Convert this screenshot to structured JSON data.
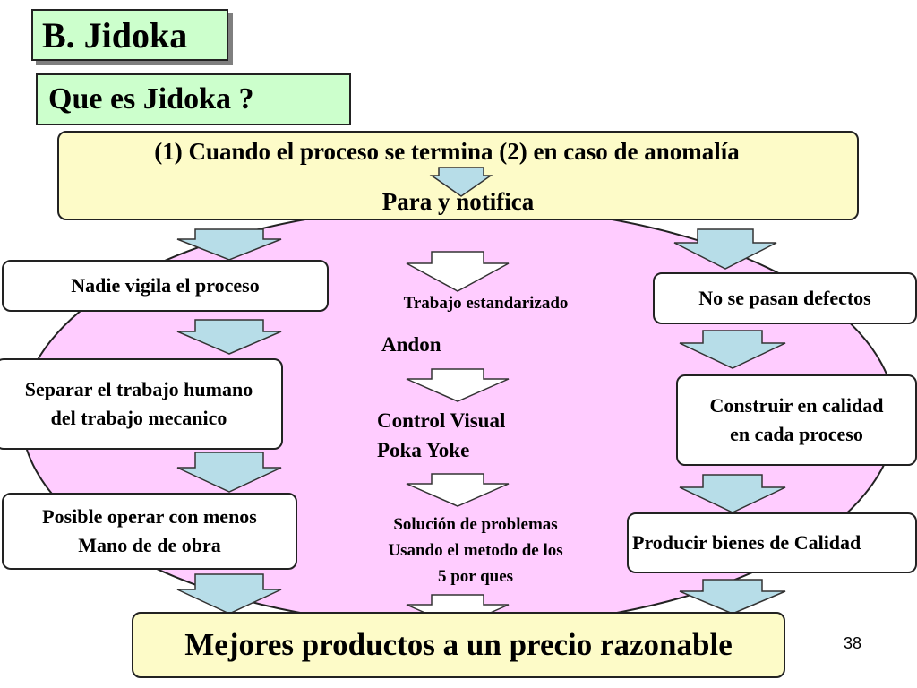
{
  "header": {
    "title": "B.  Jidoka",
    "subtitle": "Que es Jidoka ?"
  },
  "top_box": {
    "line1": "(1) Cuando el proceso se termina   (2) en caso de anomalía",
    "line2": "Para y notifica"
  },
  "left_column": {
    "items": [
      {
        "lines": [
          "Nadie vigila el proceso"
        ]
      },
      {
        "lines": [
          "Separar el trabajo humano",
          "del trabajo mecanico"
        ]
      },
      {
        "lines": [
          "Posible operar con menos",
          "Mano de de obra"
        ]
      }
    ]
  },
  "center_column": {
    "items": [
      {
        "lines": [
          "Trabajo estandarizado"
        ]
      },
      {
        "lines": [
          "Andon"
        ]
      },
      {
        "lines": [
          "Control Visual",
          "Poka Yoke"
        ]
      },
      {
        "lines": [
          "Solución de problemas",
          "Usando el metodo de los",
          "5 por ques"
        ]
      }
    ]
  },
  "right_column": {
    "items": [
      {
        "lines": [
          "No se pasan defectos"
        ]
      },
      {
        "lines": [
          "Construir en calidad",
          "en cada proceso"
        ]
      },
      {
        "lines": [
          "Producir bienes de Calidad"
        ]
      }
    ]
  },
  "bottom_box": {
    "text": "Mejores productos a un precio razonable"
  },
  "page_number": "38",
  "colors": {
    "ellipse_fill": "#ffccff",
    "top_box_fill": "#fdfbc8",
    "title_fill": "#ccffcc",
    "arrow_blue": "#b7dde8",
    "arrow_white": "#ffffff"
  }
}
